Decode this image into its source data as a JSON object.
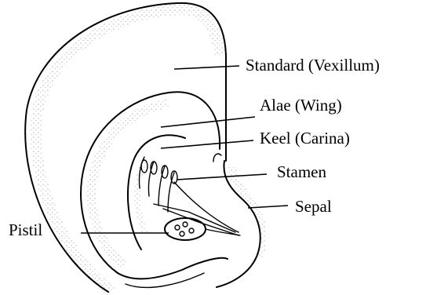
{
  "diagram": {
    "labels": {
      "standard": "Standard (Vexillum)",
      "alae": "Alae (Wing)",
      "keel": "Keel (Carina)",
      "stamen": "Stamen",
      "sepal": "Sepal",
      "pistil": "Pistil"
    }
  }
}
